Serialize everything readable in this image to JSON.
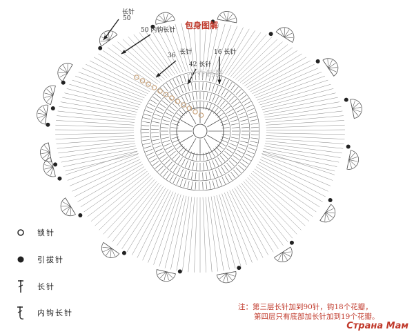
{
  "title": "包身图解",
  "labels": {
    "l1": "长针",
    "l2": "50",
    "l3": "50 内钩长针",
    "l4": "36",
    "l5": "长针",
    "l6": "16 长针",
    "l7": "42 长针"
  },
  "center_watermark": "小乔制图",
  "legend": [
    {
      "icon": "chain-stitch-icon",
      "label": "锁针"
    },
    {
      "icon": "slip-stitch-icon",
      "label": "引拔针"
    },
    {
      "icon": "double-crochet-icon",
      "label": "长针"
    },
    {
      "icon": "back-post-double-crochet-icon",
      "label": "内钩长针"
    }
  ],
  "notes": [
    "注：第三层长针加到90针，钩18个花瓣，",
    "第四层只有底部加长针加到19个花瓣。"
  ],
  "watermark": "Страна Мам",
  "colors": {
    "line": "#555555",
    "accent": "#c0392b",
    "bead": "#c8a27a"
  }
}
